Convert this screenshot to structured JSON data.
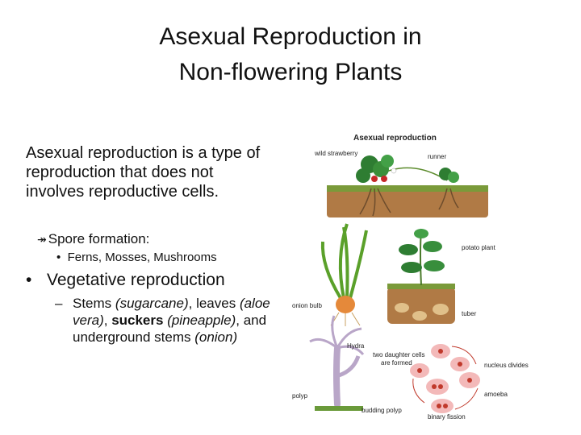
{
  "title_line1": "Asexual Reproduction in",
  "title_line2": "Non-flowering Plants",
  "body": {
    "intro": "Asexual reproduction is a type of reproduction that does not involves reproductive cells.",
    "spore_label": "Spore formation:",
    "spore_examples": "Ferns, Mosses, Mushrooms",
    "veg_label": "Vegetative reproduction",
    "veg_stems": "Stems ",
    "veg_stems_ex": "(sugarcane)",
    "veg_leaves": ", leaves ",
    "veg_leaves_ex": "(aloe vera)",
    "veg_comma": ", ",
    "veg_suckers": "suckers",
    "veg_suckers_ex": " (pineapple)",
    "veg_and": ", and underground stems ",
    "veg_under_ex": "(onion)"
  },
  "figure": {
    "title": "Asexual reproduction",
    "wild_strawberry": "wild strawberry",
    "runner": "runner",
    "potato_plant": "potato plant",
    "onion_bulb": "onion bulb",
    "tuber": "tuber",
    "hydra": "Hydra",
    "two_daughter_1": "two daughter cells",
    "two_daughter_2": "are formed",
    "nucleus_divides": "nucleus divides",
    "polyp": "polyp",
    "amoeba": "amoeba",
    "budding_polyp": "budding polyp",
    "binary_fission": "binary fission"
  },
  "colors": {
    "text": "#111111",
    "soil": "#a0703c",
    "leaf": "#2e7d32",
    "cell": "#f3b9b9"
  }
}
